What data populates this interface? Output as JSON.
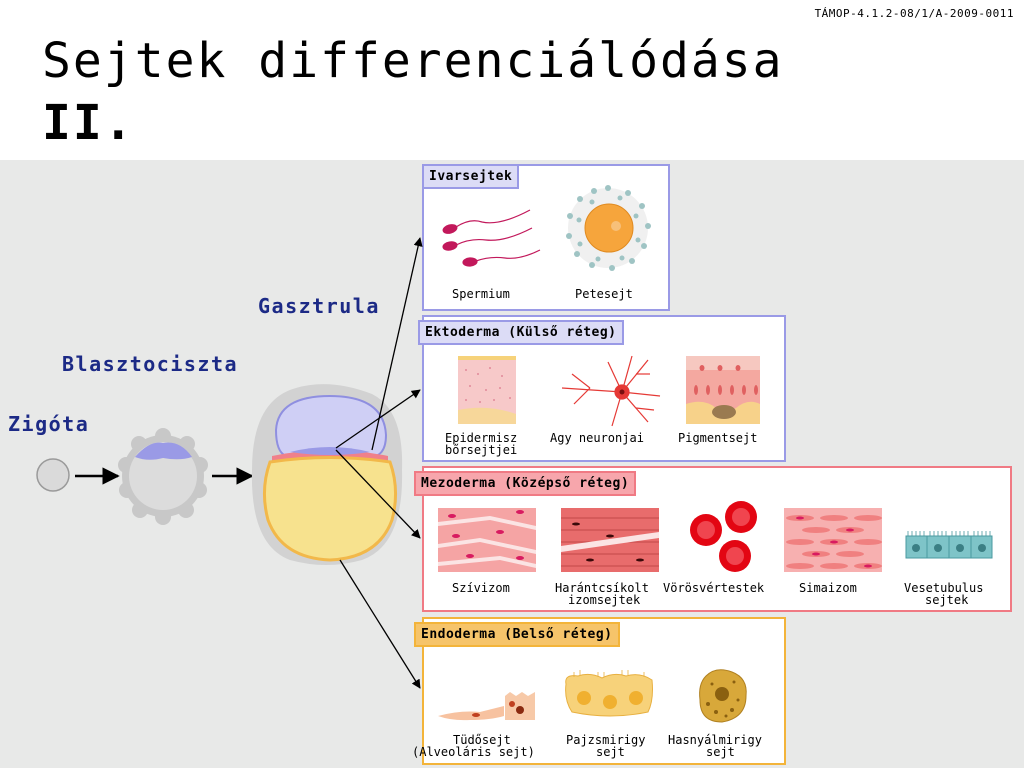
{
  "header": {
    "code": "TÁMOP-4.1.2-08/1/A-2009-0011",
    "title_line1": "Sejtek differenciálódása",
    "title_line2": "II."
  },
  "stages": {
    "zygote": "Zigóta",
    "blastocyst": "Blasztociszta",
    "gastrula": "Gasztrula"
  },
  "groups": {
    "germ": {
      "title": "Ivarsejtek",
      "color": "#9a9ae6",
      "header_bg": "#dcdcf6",
      "cells": [
        "Spermium",
        "Petesejt"
      ]
    },
    "ectoderm": {
      "title": "Ektoderma (Külső réteg)",
      "color": "#9a9ae6",
      "header_bg": "#dcdcf6",
      "cells": [
        "Epidermisz",
        "bőrsejtjei",
        "Agy  neuronjai",
        "Pigmentsejt"
      ]
    },
    "mesoderm": {
      "title": "Mezoderma (Középső réteg)",
      "color": "#f07a84",
      "header_bg": "#f7a6ac",
      "cells": [
        "Szívizom",
        "Harántcsíkolt",
        "izomsejtek",
        "Vörösvértestek",
        "Simaizom",
        "Vesetubulus",
        "sejtek"
      ]
    },
    "endoderm": {
      "title": "Endoderma (Belső réteg)",
      "color": "#f3b43a",
      "header_bg": "#f6c46a",
      "cells": [
        "Tüdősejt",
        "(Alveoláris sejt)",
        "Pajzsmirigy",
        "sejt",
        "Hasnyálmirigy",
        "sejt"
      ]
    }
  }
}
